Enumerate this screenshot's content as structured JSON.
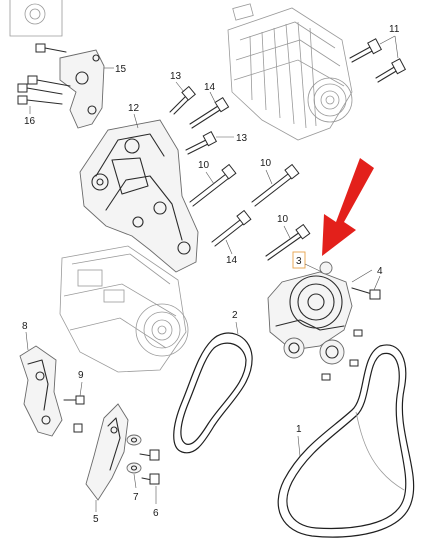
{
  "callouts": {
    "c1": "1",
    "c2": "2",
    "c3": "3",
    "c4": "4",
    "c5": "5",
    "c6": "6",
    "c7": "7",
    "c8": "8",
    "c9": "9",
    "c10a": "10",
    "c10b": "10",
    "c10c": "10",
    "c11": "11",
    "c12": "12",
    "c13a": "13",
    "c13b": "13",
    "c14a": "14",
    "c14b": "14",
    "c15": "15",
    "c16": "16"
  },
  "colors": {
    "arrow": "#e3201b",
    "highlight_box": "#e8a24a"
  }
}
